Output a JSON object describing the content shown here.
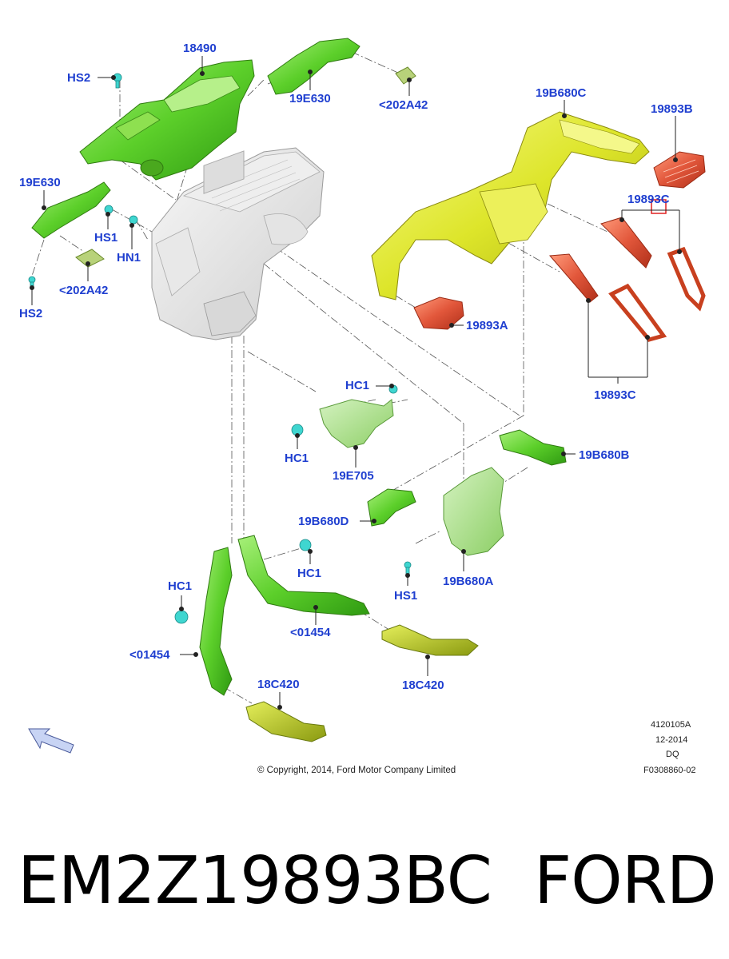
{
  "diagram": {
    "callouts": {
      "c18490": "18490",
      "hs2_top": "HS2",
      "c19e630_top": "19E630",
      "c202a42_top": "<202A42",
      "c19e630_left": "19E630",
      "hs1_left": "HS1",
      "hn1": "HN1",
      "c202a42_left": "<202A42",
      "hs2_left": "HS2",
      "c19b680c": "19B680C",
      "c19893b": "19893B",
      "c19893c_top": "19893C",
      "c19893a": "19893A",
      "c19893c_bottom": "19893C",
      "hc1_mid": "HC1",
      "hc1_left": "HC1",
      "c19e705": "19E705",
      "c19b680b": "19B680B",
      "c19b680d": "19B680D",
      "hc1_lower": "HC1",
      "hs1_lower": "HS1",
      "c19b680a": "19B680A",
      "hc1_far": "HC1",
      "c01454_mid": "<01454",
      "c01454_left": "<01454",
      "c18c420_left": "18C420",
      "c18c420_right": "18C420"
    },
    "copyright": "© Copyright, 2014, Ford Motor Company Limited",
    "meta": {
      "ref": "4120105A",
      "date": "12-2014",
      "code": "DQ",
      "figure": "F0308860-02"
    },
    "colors": {
      "label": "#1f3fd0",
      "green": "#5ccf2a",
      "light_green": "#9bdc7a",
      "yellow": "#dde52a",
      "red": "#e2573b",
      "grey": "#e6e6e6",
      "cyan": "#3fd6d0"
    }
  },
  "caption": {
    "part_number": "EM2Z19893BC",
    "brand": "FORD"
  }
}
